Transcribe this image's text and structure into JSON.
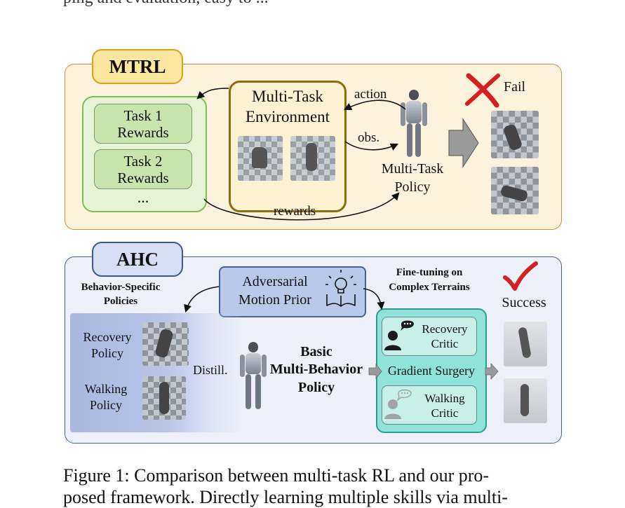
{
  "header_fragment": "ping and evaluation, easy to ...",
  "mtrl": {
    "tag": "MTRL",
    "rewards_box": {
      "task1_line1": "Task 1",
      "task1_line2": "Rewards",
      "task2_line1": "Task 2",
      "task2_line2": "Rewards",
      "ellipsis": "..."
    },
    "env_line1": "Multi-Task",
    "env_line2": "Environment",
    "action_label": "action",
    "obs_label": "obs.",
    "policy_line1": "Multi-Task",
    "policy_line2": "Policy",
    "rewards_label": "rewards",
    "fail_label": "Fail",
    "colors": {
      "panel_bg": "#fdf2dc",
      "panel_border": "#cf8a3a",
      "tag_bg": "#fde6a0",
      "tag_border": "#d9a21c",
      "rewards_bg": "#e6f3d6",
      "rewards_border": "#7cbf4e",
      "env_bg": "#fdf2d2",
      "env_border": "#8b6d10",
      "fail": "#d42020"
    }
  },
  "ahc": {
    "tag": "AHC",
    "amp_line1": "Adversarial",
    "amp_line2": "Motion Prior",
    "specific_line1": "Behavior-Specific",
    "specific_line2": "Policies",
    "finetune_line1": "Fine-tuning on",
    "finetune_line2": "Complex Terrains",
    "success_label": "Success",
    "recovery_policy_line1": "Recovery",
    "recovery_policy_line2": "Policy",
    "walking_policy_line1": "Walking",
    "walking_policy_line2": "Policy",
    "distill_label": "Distill.",
    "basic_line1": "Basic",
    "basic_line2": "Multi-Behavior",
    "basic_line3": "Policy",
    "recovery_critic_line1": "Recovery",
    "recovery_critic_line2": "Critic",
    "gradient_surgery": "Gradient Surgery",
    "walking_critic_line1": "Walking",
    "walking_critic_line2": "Critic",
    "colors": {
      "panel_bg": "#eef1fa",
      "panel_border": "#44619a",
      "tag_bg": "#d6def3",
      "tag_border": "#3a5890",
      "amp_bg": "#bac8ea",
      "critic_bg": "#8fe3d8",
      "critic_border": "#2a9d8f",
      "success": "#d42020"
    }
  },
  "caption": {
    "line1": "Figure 1: Comparison between multi-task RL and our pro-",
    "line2": "posed framework. Directly learning multiple skills via multi-"
  }
}
